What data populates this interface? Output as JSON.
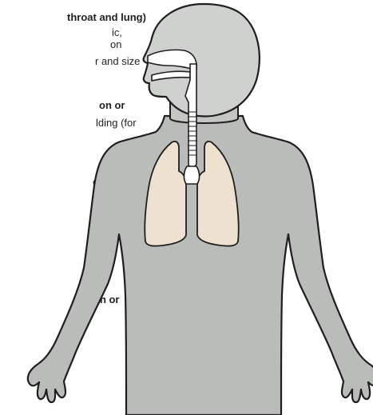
{
  "text_fragments": [
    {
      "id": "l1",
      "text": "throat and lung)",
      "bold": true
    },
    {
      "id": "l2",
      "text": "ic,",
      "bold": false
    },
    {
      "id": "l3",
      "text": "on",
      "bold": false
    },
    {
      "id": "l4",
      "text": "r and size",
      "bold": false
    },
    {
      "id": "l5",
      "text": "on or",
      "bold": true
    },
    {
      "id": "l6",
      "text": "lding (for",
      "bold": false
    },
    {
      "id": "l7",
      "text": "ection",
      "bold": true
    },
    {
      "id": "l8",
      "text": "on or",
      "bold": true
    }
  ],
  "colors": {
    "body_fill": "#b9bcb8",
    "body_stroke": "#1e1e1e",
    "head_fill": "#cfd1ce",
    "lung_fill": "#ede1d0",
    "airway_fill": "#ffffff",
    "text": "#231f20"
  },
  "figure": {
    "subject": "human silhouette with respiratory tract",
    "parts": [
      "head",
      "nasal cavity",
      "mouth",
      "throat",
      "trachea",
      "lungs",
      "arms",
      "hands"
    ]
  }
}
